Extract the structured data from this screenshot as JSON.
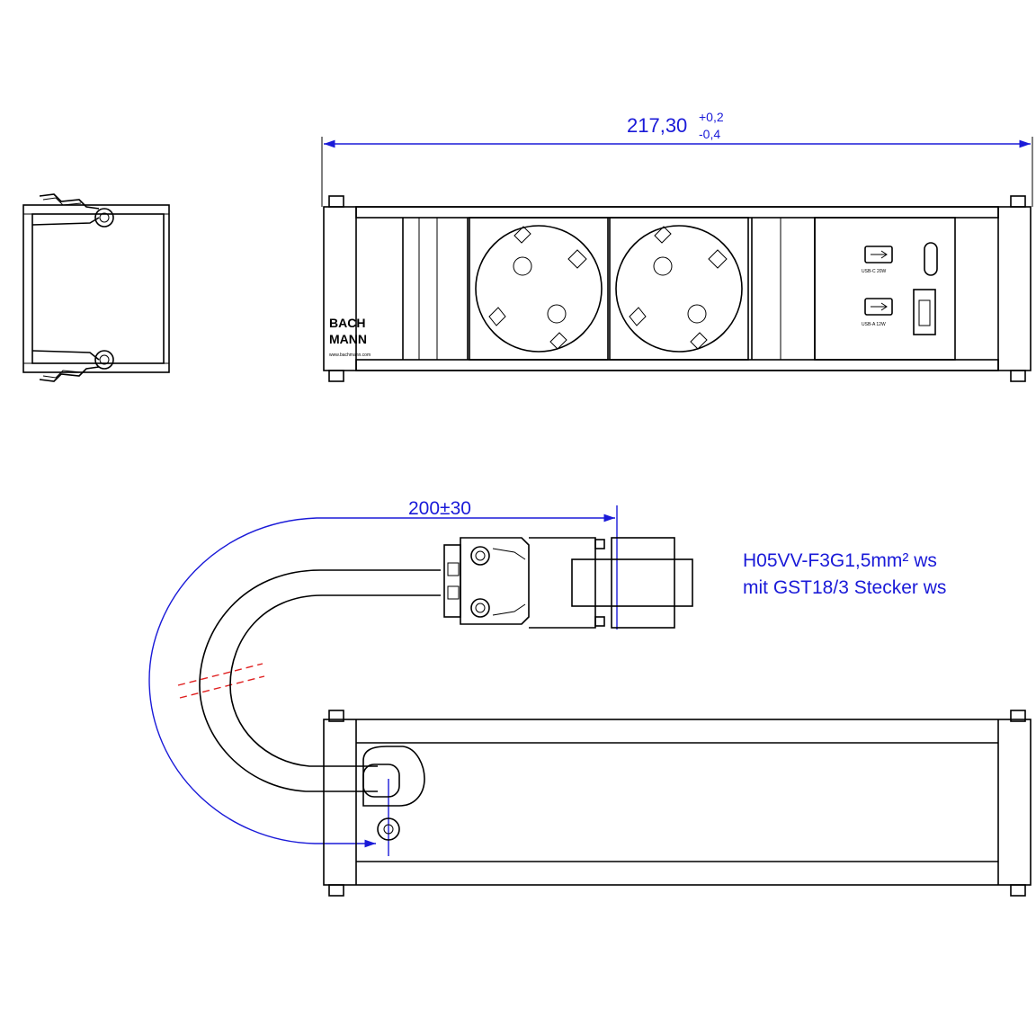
{
  "dimensions": {
    "length_value": "217,30",
    "length_tol_upper": "+0,2",
    "length_tol_lower": "-0,4",
    "cable_length": "200±30"
  },
  "cable_note": {
    "line1": "H05VV-F3G1,5mm² ws",
    "line2": "mit GST18/3  Stecker ws"
  },
  "product": {
    "brand_line1": "BACH",
    "brand_line2": "MANN",
    "website": "www.bachmann.com",
    "usb_c_label": "USB-C 20W",
    "usb_a_label": "USB-A 12W"
  },
  "colors": {
    "outline": "#000000",
    "dimension": "#1a1ad8",
    "break_line": "#e02020"
  }
}
